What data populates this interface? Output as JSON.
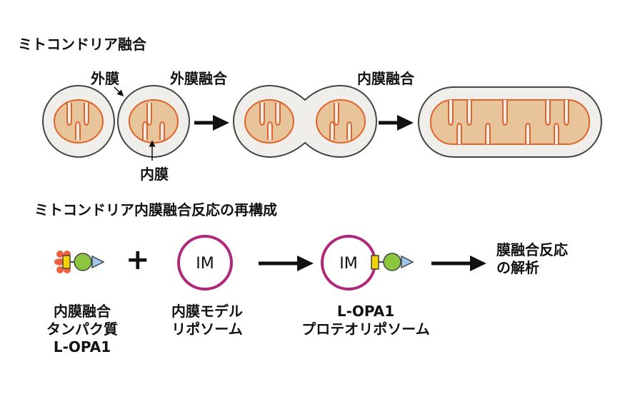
{
  "section1": {
    "heading": "ミトコンドリア融合",
    "label_outer_membrane": "外膜",
    "label_outer_fusion": "外膜融合",
    "label_inner_fusion": "内膜融合",
    "label_inner_membrane": "内膜"
  },
  "section2": {
    "heading": "ミトコンドリア内膜融合反応の再構成",
    "plus": "+",
    "liposome_text": "IM",
    "proteoliposome_text": "IM",
    "protein_label": [
      "内膜融合",
      "タンパク質",
      "L-OPA1"
    ],
    "liposome_label": [
      "内膜モデル",
      "リポソーム"
    ],
    "proteoliposome_label": [
      "L-OPA1",
      "プロテオリポソーム"
    ],
    "result_label": [
      "膜融合反応",
      "の解析"
    ]
  },
  "colors": {
    "matrix": "#e8c49a",
    "inner_membrane": "#e0632a",
    "outer_fill": "#f0eeea",
    "outline": "#444444",
    "liposome": "#b0287a",
    "tm_domain": "#f2d200",
    "gtpase": "#8cc63f",
    "triangle": "#9ec9ec",
    "lipid": "#f06040"
  }
}
